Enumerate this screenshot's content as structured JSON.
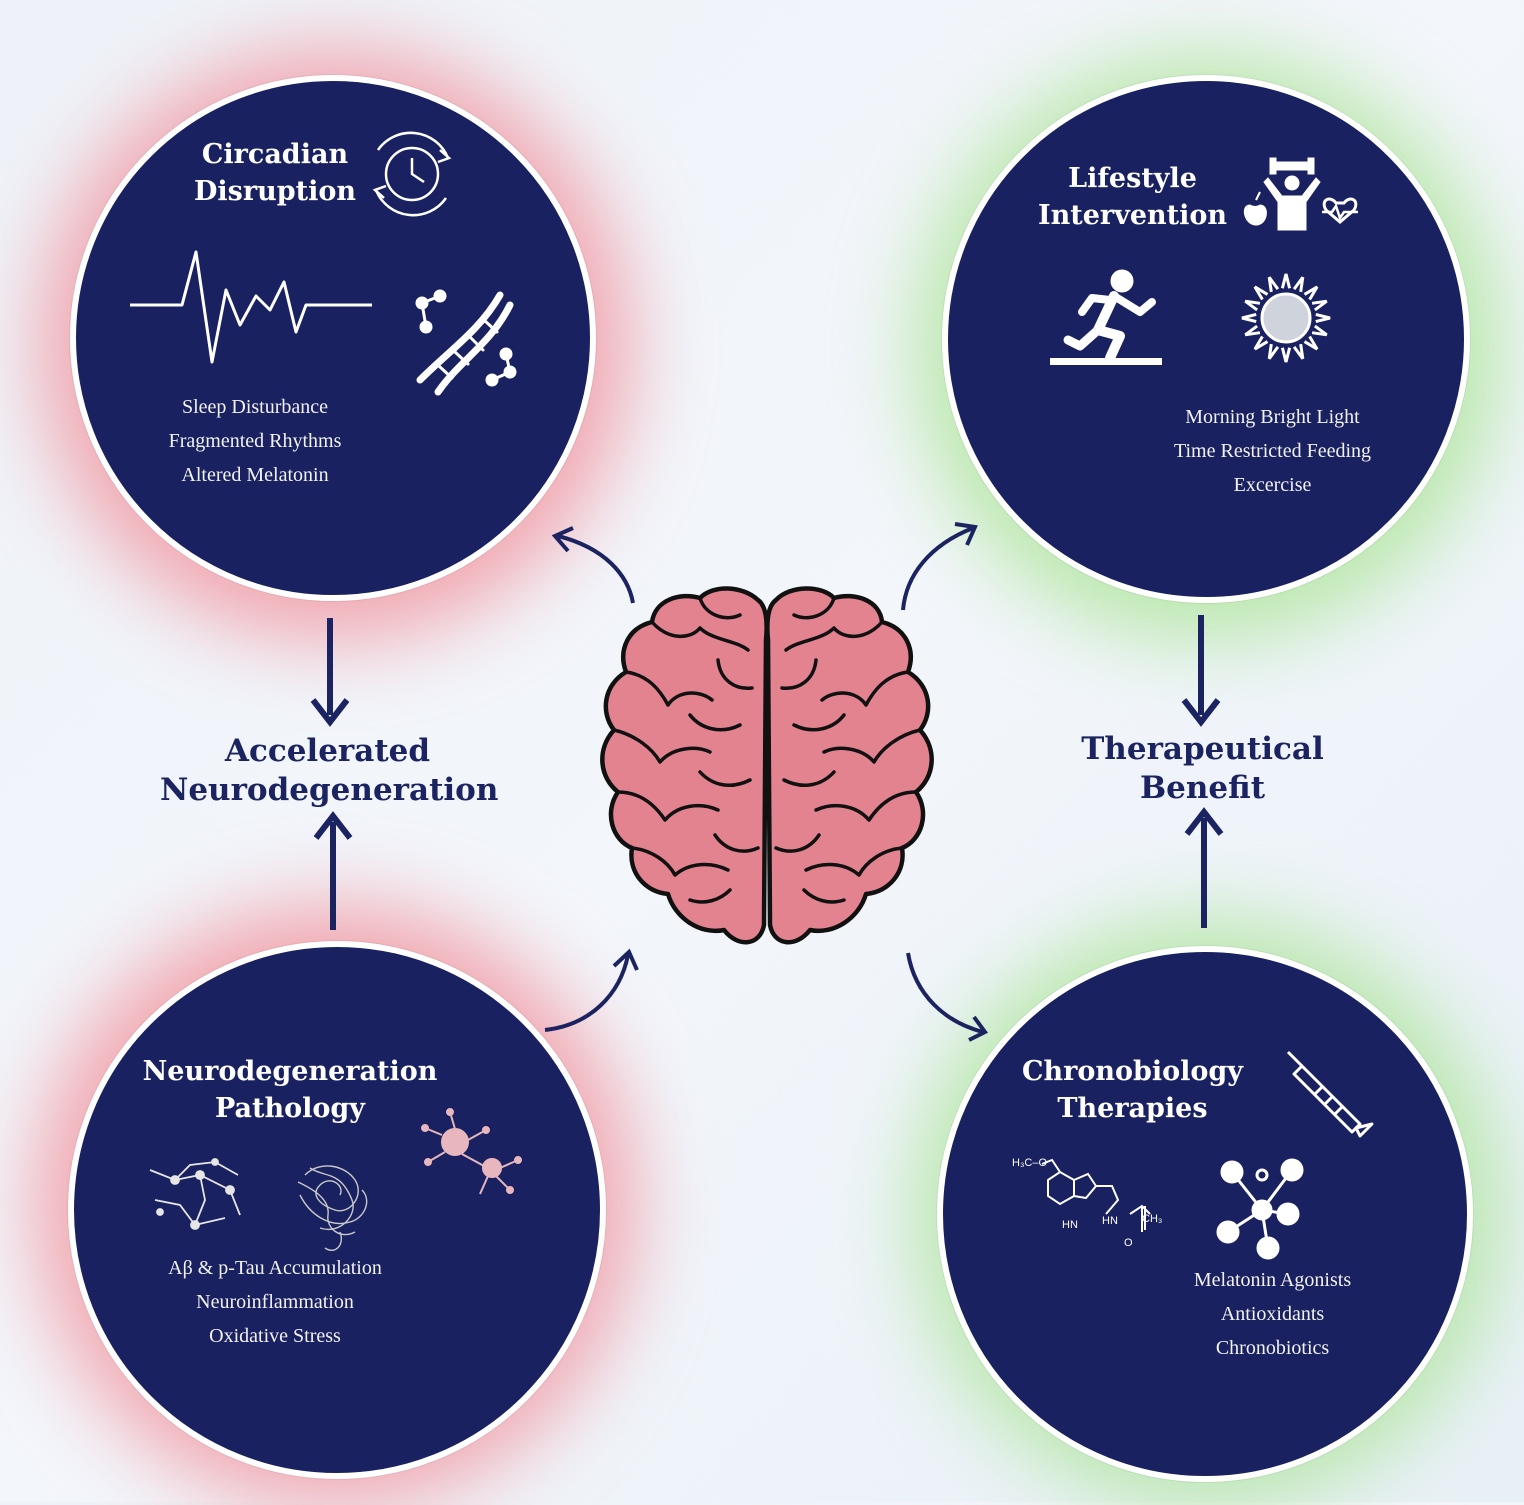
{
  "colors": {
    "circle_fill": "#192160",
    "negative_glow": "#f28b95",
    "positive_glow": "#a5e38f",
    "brain_fill": "#e38390",
    "arrow": "#1b2461"
  },
  "nodes": {
    "circadian": {
      "title": [
        "Circadian",
        "Disruption"
      ],
      "items": [
        "Sleep Disturbance",
        "Fragmented Rhythms",
        "Altered Melatonin"
      ],
      "icons": [
        "clock-icon",
        "heartbeat-line-icon",
        "dna-icon"
      ]
    },
    "lifestyle": {
      "title": [
        "Lifestyle",
        "Intervention"
      ],
      "items": [
        "Morning Bright Light",
        "Time Restricted Feeding",
        "Excercise"
      ],
      "icons": [
        "wellness-icon",
        "running-person-icon",
        "sun-icon"
      ]
    },
    "pathology": {
      "title": [
        "Neurodegeneration",
        "Pathology"
      ],
      "items": [
        "Aβ & p-Tau Accumulation",
        "Neuroinflammation",
        "Oxidative Stress"
      ],
      "icons": [
        "neuron-network-icon",
        "protein-tangle-icon",
        "microglia-icon"
      ]
    },
    "chrono": {
      "title": [
        "Chronobiology",
        "Therapies"
      ],
      "items": [
        "Melatonin Agonists",
        "Antioxidants",
        "Chronobiotics"
      ],
      "icons": [
        "syringe-icon",
        "melatonin-molecule-icon",
        "antioxidant-molecule-icon"
      ],
      "molecule_labels": [
        "H₃C–O",
        "HN",
        "HN",
        "CH₃",
        "O"
      ]
    }
  },
  "outcomes": {
    "negative": [
      "Accelerated",
      "Neurodegeneration"
    ],
    "positive": [
      "Therapeutical",
      "Benefit"
    ]
  },
  "center_icon": "brain-icon"
}
